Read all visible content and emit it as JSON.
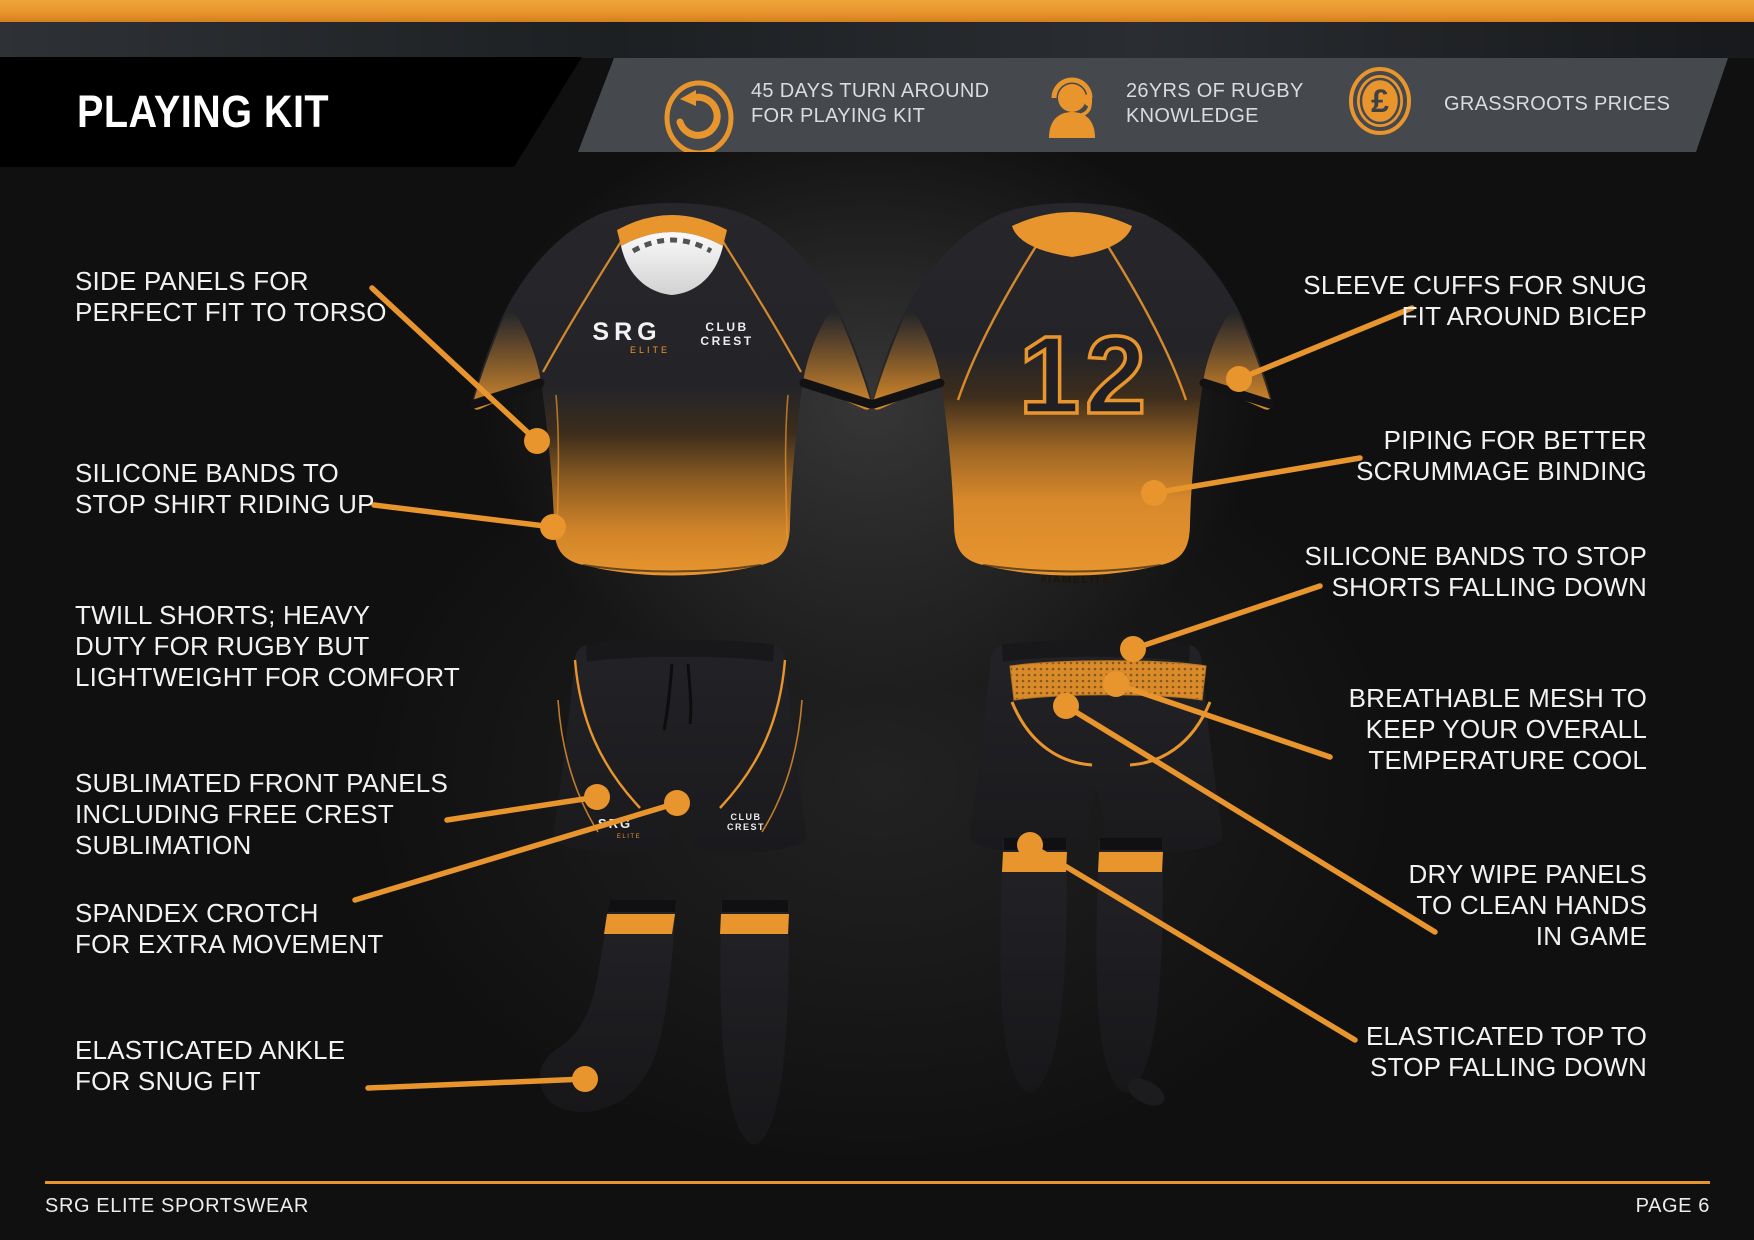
{
  "theme": {
    "accent": "#E8952E",
    "page_bg": "#101010",
    "badge_bar_bg": "#45494E"
  },
  "header": {
    "title": "PLAYING KIT",
    "badges": [
      {
        "icon": "turnaround-arrow-icon",
        "label": "45 DAYS TURN AROUND\nFOR PLAYING KIT"
      },
      {
        "icon": "headset-person-icon",
        "label": "26YRS OF RUGBY\nKNOWLEDGE"
      },
      {
        "icon": "pound-coin-icon",
        "glyph": "£",
        "label": "GRASSROOTS PRICES"
      }
    ]
  },
  "callouts": {
    "left": [
      {
        "text": "SIDE PANELS FOR\nPERFECT FIT TO TORSO"
      },
      {
        "text": "SILICONE BANDS TO\nSTOP SHIRT RIDING UP"
      },
      {
        "text": "TWILL SHORTS; HEAVY\nDUTY FOR RUGBY BUT\nLIGHTWEIGHT FOR COMFORT"
      },
      {
        "text": "SUBLIMATED FRONT PANELS\nINCLUDING FREE CREST\nSUBLIMATION"
      },
      {
        "text": "SPANDEX CROTCH\nFOR EXTRA MOVEMENT"
      },
      {
        "text": "ELASTICATED ANKLE\nFOR SNUG FIT"
      }
    ],
    "right": [
      {
        "text": "SLEEVE CUFFS FOR SNUG\nFIT AROUND BICEP"
      },
      {
        "text": "PIPING FOR BETTER\nSCRUMMAGE BINDING"
      },
      {
        "text": "SILICONE BANDS TO STOP\nSHORTS FALLING DOWN"
      },
      {
        "text": "BREATHABLE MESH TO\nKEEP YOUR OVERALL\nTEMPERATURE COOL"
      },
      {
        "text": "DRY WIPE PANELS\nTO CLEAN HANDS\nIN GAME"
      },
      {
        "text": "ELASTICATED TOP TO\nSTOP FALLING DOWN"
      }
    ]
  },
  "garments": {
    "front_shirt": {
      "brand": "SRG",
      "brand_sub": "ELITE",
      "crest_top": "CLUB",
      "crest_bottom": "CREST"
    },
    "back_shirt": {
      "number": "12",
      "hashtag": "#IAMELITE"
    },
    "front_shorts": {
      "brand": "SRG",
      "brand_sub": "ELITE",
      "crest_top": "CLUB",
      "crest_bottom": "CREST"
    }
  },
  "footer": {
    "brand": "SRG ELITE SPORTSWEAR",
    "page_label": "PAGE 6"
  }
}
